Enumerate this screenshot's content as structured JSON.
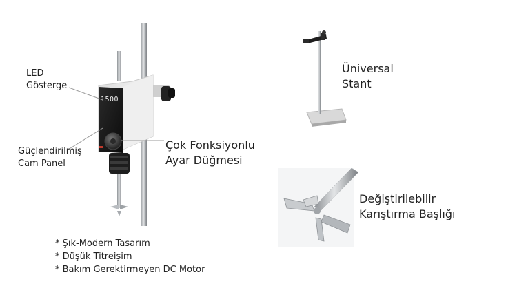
{
  "labels": {
    "led_display": [
      "LED",
      "Gösterge"
    ],
    "glass_panel": [
      "Güçlendirilmiş",
      "Cam Panel"
    ],
    "multi_knob": [
      "Çok Fonksiyonlu",
      "Ayar Düğmesi"
    ],
    "universal_stand": [
      "Üniversal",
      "Stant"
    ],
    "stirring_head": [
      "Değiştirilebilir",
      "Karıştırma Başlığı"
    ]
  },
  "display_readout": "1500",
  "features": [
    "* Şık-Modern Tasarım",
    "* Düşük Titreişim",
    "* Bakım Gerektirmeyen DC Motor"
  ],
  "colors": {
    "body_white": "#f4f4f4",
    "panel_black": "#141414",
    "accent_red": "#c0392b",
    "steel": "#b8bcc0"
  }
}
